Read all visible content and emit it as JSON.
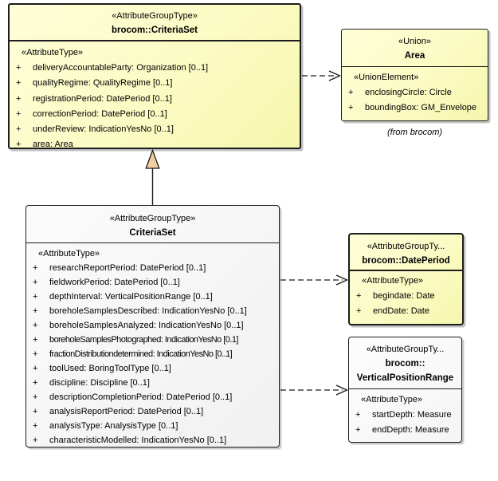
{
  "colors": {
    "yellow_fill": "#fbfbc4",
    "gray_fill": "#f1f1f1",
    "white_fill": "#fdfdfd",
    "border": "#1c1c1c",
    "generalization_arrow_fill": "#f0cf9e",
    "shadow": "#c2c2c2",
    "background": "#ffffff"
  },
  "boxes": {
    "brocom_criteriaset": {
      "stereotype": "«AttributeGroupType»",
      "name": "brocom::CriteriaSet",
      "section": "«AttributeType»",
      "attributes": [
        {
          "vis": "+",
          "text": "deliveryAccountableParty: Organization [0..1]"
        },
        {
          "vis": "+",
          "text": "qualityRegime: QualityRegime [0..1]"
        },
        {
          "vis": "+",
          "text": "registrationPeriod: DatePeriod [0..1]"
        },
        {
          "vis": "+",
          "text": "correctionPeriod: DatePeriod [0..1]"
        },
        {
          "vis": "+",
          "text": "underReview: IndicationYesNo [0..1]"
        },
        {
          "vis": "+",
          "text": "area: Area"
        }
      ]
    },
    "area": {
      "stereotype": "«Union»",
      "name": "Area",
      "section": "«UnionElement»",
      "attributes": [
        {
          "vis": "+",
          "text": "enclosingCircle: Circle"
        },
        {
          "vis": "+",
          "text": "boundingBox: GM_Envelope"
        }
      ],
      "note": "(from brocom)"
    },
    "criteriaset": {
      "stereotype": "«AttributeGroupType»",
      "name": "CriteriaSet",
      "section": "«AttributeType»",
      "attributes": [
        {
          "vis": "+",
          "text": "researchReportPeriod: DatePeriod [0..1]"
        },
        {
          "vis": "+",
          "text": "fieldworkPeriod: DatePeriod [0..1]"
        },
        {
          "vis": "+",
          "text": "depthInterval: VerticalPositionRange [0..1]"
        },
        {
          "vis": "+",
          "text": "boreholeSamplesDescribed: IndicationYesNo [0..1]"
        },
        {
          "vis": "+",
          "text": "boreholeSamplesAnalyzed: IndicationYesNo [0..1]"
        },
        {
          "vis": "+",
          "text": "boreholeSamplesPhotographed: IndicationYesNo [0.1]"
        },
        {
          "vis": "+",
          "text": "fractionDistributiondetermined: IndicationYesNo [0..1]"
        },
        {
          "vis": "+",
          "text": "toolUsed: BoringToolType [0..1]"
        },
        {
          "vis": "+",
          "text": "discipline: Discipline [0..1]"
        },
        {
          "vis": "+",
          "text": "descriptionCompletionPeriod: DatePeriod [0..1]"
        },
        {
          "vis": "+",
          "text": "analysisReportPeriod: DatePeriod [0..1]"
        },
        {
          "vis": "+",
          "text": "analysisType: AnalysisType [0..1]"
        },
        {
          "vis": "+",
          "text": "characteristicModelled: IndicationYesNo [0..1]"
        }
      ]
    },
    "dateperiod": {
      "stereotype": "«AttributeGroupTy...",
      "name": "brocom::DatePeriod",
      "section": "«AttributeType»",
      "attributes": [
        {
          "vis": "+",
          "text": "begindate: Date"
        },
        {
          "vis": "+",
          "text": "endDate: Date"
        }
      ]
    },
    "vertical_position_range": {
      "stereotype": "«AttributeGroupTy...",
      "name_line1": "brocom::",
      "name_line2": "VerticalPositionRange",
      "section": "«AttributeType»",
      "attributes": [
        {
          "vis": "+",
          "text": "startDepth: Measure"
        },
        {
          "vis": "+",
          "text": "endDepth: Measure"
        }
      ]
    }
  },
  "connectors": [
    {
      "type": "generalization",
      "from": "CriteriaSet",
      "to": "brocom::CriteriaSet"
    },
    {
      "type": "dependency",
      "from": "brocom::CriteriaSet",
      "to": "Area"
    },
    {
      "type": "dependency",
      "from": "CriteriaSet",
      "to": "brocom::DatePeriod"
    },
    {
      "type": "dependency",
      "from": "CriteriaSet",
      "to": "brocom::VerticalPositionRange"
    }
  ]
}
